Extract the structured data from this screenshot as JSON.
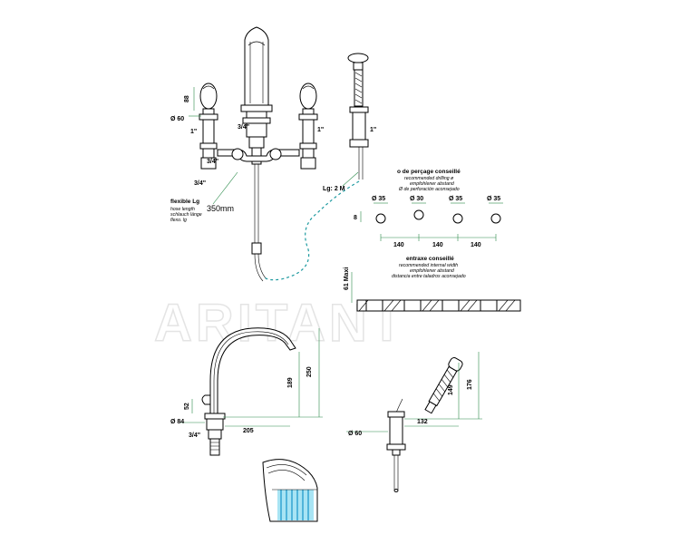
{
  "watermark": "ARITANT",
  "assembly": {
    "dim_88": "88",
    "dim_60": "Ø 60",
    "dim_1in": "1\"",
    "dim_34a": "3/4\"",
    "dim_34b": "3/4\"",
    "dim_34c": "3/4\"",
    "dim_1in_b": "1\"",
    "dim_1in_c": "1\"",
    "flex_title": "flexible Lg",
    "flex_sub1": "hose length",
    "flex_sub2": "schlauch länge",
    "flex_sub3": "flexo. lg",
    "flex_len": "350mm",
    "lg": "Lg: 2 M"
  },
  "drilling": {
    "title": "o de perçage conseillé",
    "sub1": "recommended drilling ø",
    "sub2": "empfohlener abstand",
    "sub3": "Ø de perforación aconsejado",
    "dia1": "Ø 35",
    "dia2": "Ø 30",
    "dia3": "Ø 35",
    "dia4": "Ø 35",
    "spacing1": "140",
    "spacing2": "140",
    "spacing3": "140",
    "side": "8"
  },
  "entraxe": {
    "title": "entraxe conseillé",
    "sub1": "recommended internal width",
    "sub2": "empfohlener abstand",
    "sub3": "distancia entre taladros aconsejado",
    "maxi": "61 Maxi"
  },
  "spout": {
    "h250": "250",
    "h189": "189",
    "h52": "52",
    "d84": "Ø 84",
    "len205": "205",
    "thread": "3/4\""
  },
  "shower": {
    "h176": "176",
    "h149": "149",
    "len132": "132",
    "d60": "Ø 60"
  }
}
